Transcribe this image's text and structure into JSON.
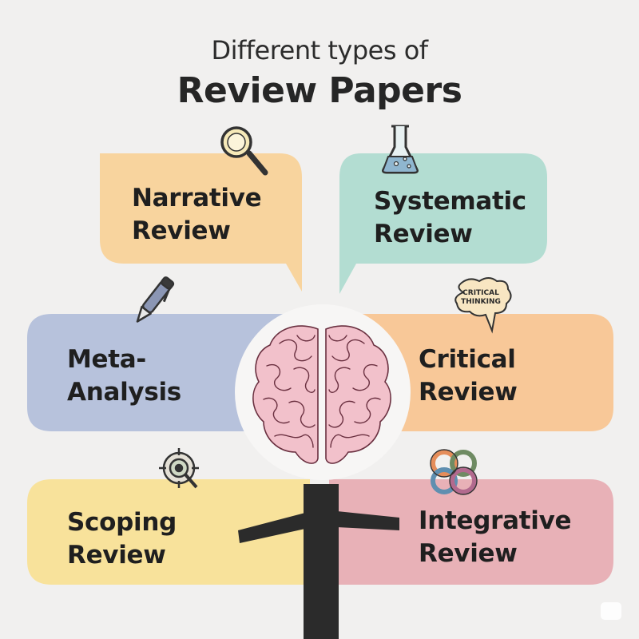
{
  "header": {
    "line1": "Different types of",
    "line2": "Review Papers"
  },
  "review_types": [
    {
      "id": "narrative",
      "line1": "Narrative",
      "line2": "Review",
      "color": "#f8d49e",
      "icon": "magnifying-glass-icon"
    },
    {
      "id": "systematic",
      "line1": "Systematic",
      "line2": "Review",
      "color": "#b3ddd2",
      "icon": "beaker-flask-icon"
    },
    {
      "id": "meta",
      "line1": "Meta-",
      "line2": "Analysis",
      "color": "#b7c2dc",
      "icon": "pen-icon"
    },
    {
      "id": "critical",
      "line1": "Critical",
      "line2": "Review",
      "color": "#f8c898",
      "icon": "speech-bubble-icon"
    },
    {
      "id": "scoping",
      "line1": "Scoping",
      "line2": "Review",
      "color": "#f8e29b",
      "icon": "target-crosshair-icon"
    },
    {
      "id": "integrative",
      "line1": "Integrative",
      "line2": "Review",
      "color": "#e8b1b7",
      "icon": "interlocking-rings-icon"
    }
  ],
  "badge": {
    "line1": "CRITICAL",
    "line2": "THINKING"
  },
  "colors": {
    "background": "#f1f0ef",
    "brain": "#f2c1cb",
    "brain_outline": "#6a3040",
    "trunk": "#2b2b2b"
  }
}
